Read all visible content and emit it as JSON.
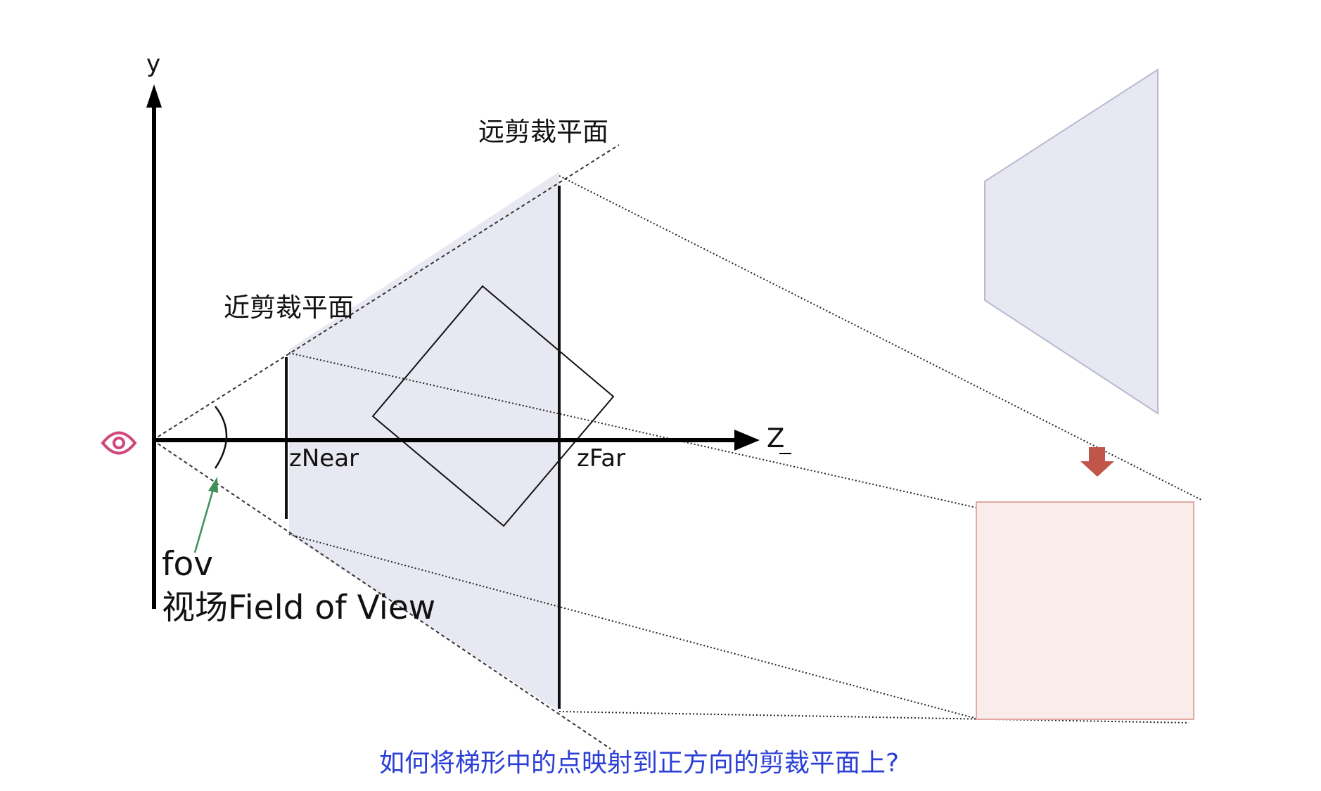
{
  "labels": {
    "y_axis": "y",
    "z_axis": "Z",
    "z_near": "zNear",
    "z_far": "zFar",
    "near_plane": "近剪裁平面",
    "far_plane": "远剪裁平面",
    "fov": "fov",
    "fov_full": "视场Field of View",
    "caption": "如何将梯形中的点映射到正方向的剪裁平面上?"
  },
  "icons": {
    "eye": "eye-icon",
    "transform_arrow": "arrow-down-icon"
  },
  "colors": {
    "frustum_fill": "#e8e8f2",
    "frustum_stroke": "#b9b9d0",
    "cube_fill": "#faecea",
    "cube_stroke": "#e0aaa2",
    "eye": "#d0477a",
    "fov_arrow": "#3f8f5a",
    "transform_arrow": "#c0564a",
    "caption": "#2b3fd6"
  }
}
